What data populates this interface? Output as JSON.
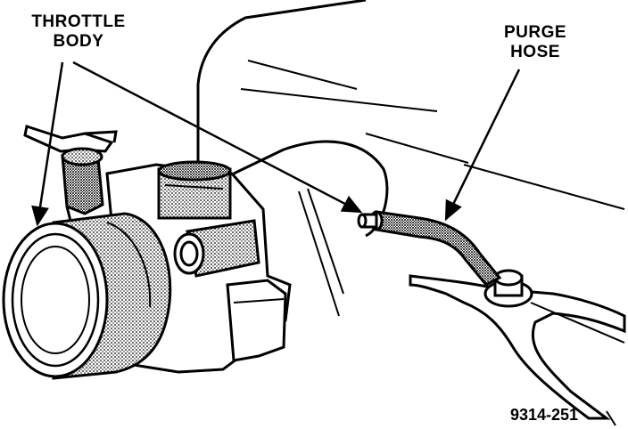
{
  "labels": {
    "throttle_body_line1": "THROTTLE",
    "throttle_body_line2": "BODY",
    "purge_hose_line1": "PURGE",
    "purge_hose_line2": "HOSE",
    "figure_code": "9314-251"
  }
}
